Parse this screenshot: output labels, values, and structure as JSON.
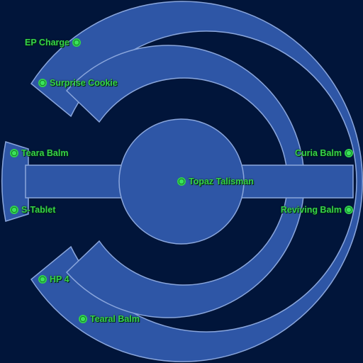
{
  "map": {
    "fill_color": "#2e56a6",
    "edge_color": "#8aa6dc",
    "background_color": "#01153a",
    "marker_color": "#2fd14a"
  },
  "items": [
    {
      "id": "ep-charge",
      "label": "EP Charge",
      "icon": "item-marker-icon"
    },
    {
      "id": "surprise-cookie",
      "label": "Surprise Cookie",
      "icon": "item-marker-icon"
    },
    {
      "id": "teara-balm",
      "label": "Teara Balm",
      "icon": "item-marker-icon"
    },
    {
      "id": "s-tablet",
      "label": "S-Tablet",
      "icon": "item-marker-icon"
    },
    {
      "id": "topaz-talisman",
      "label": "Topaz Talisman",
      "icon": "item-marker-icon"
    },
    {
      "id": "curia-balm",
      "label": "Curia Balm",
      "icon": "item-marker-icon"
    },
    {
      "id": "reviving-balm",
      "label": "Reviving Balm",
      "icon": "item-marker-icon"
    },
    {
      "id": "hp-4",
      "label": "HP 4",
      "icon": "item-marker-icon"
    },
    {
      "id": "tearal-balm",
      "label": "Tearal Balm",
      "icon": "item-marker-icon"
    }
  ]
}
